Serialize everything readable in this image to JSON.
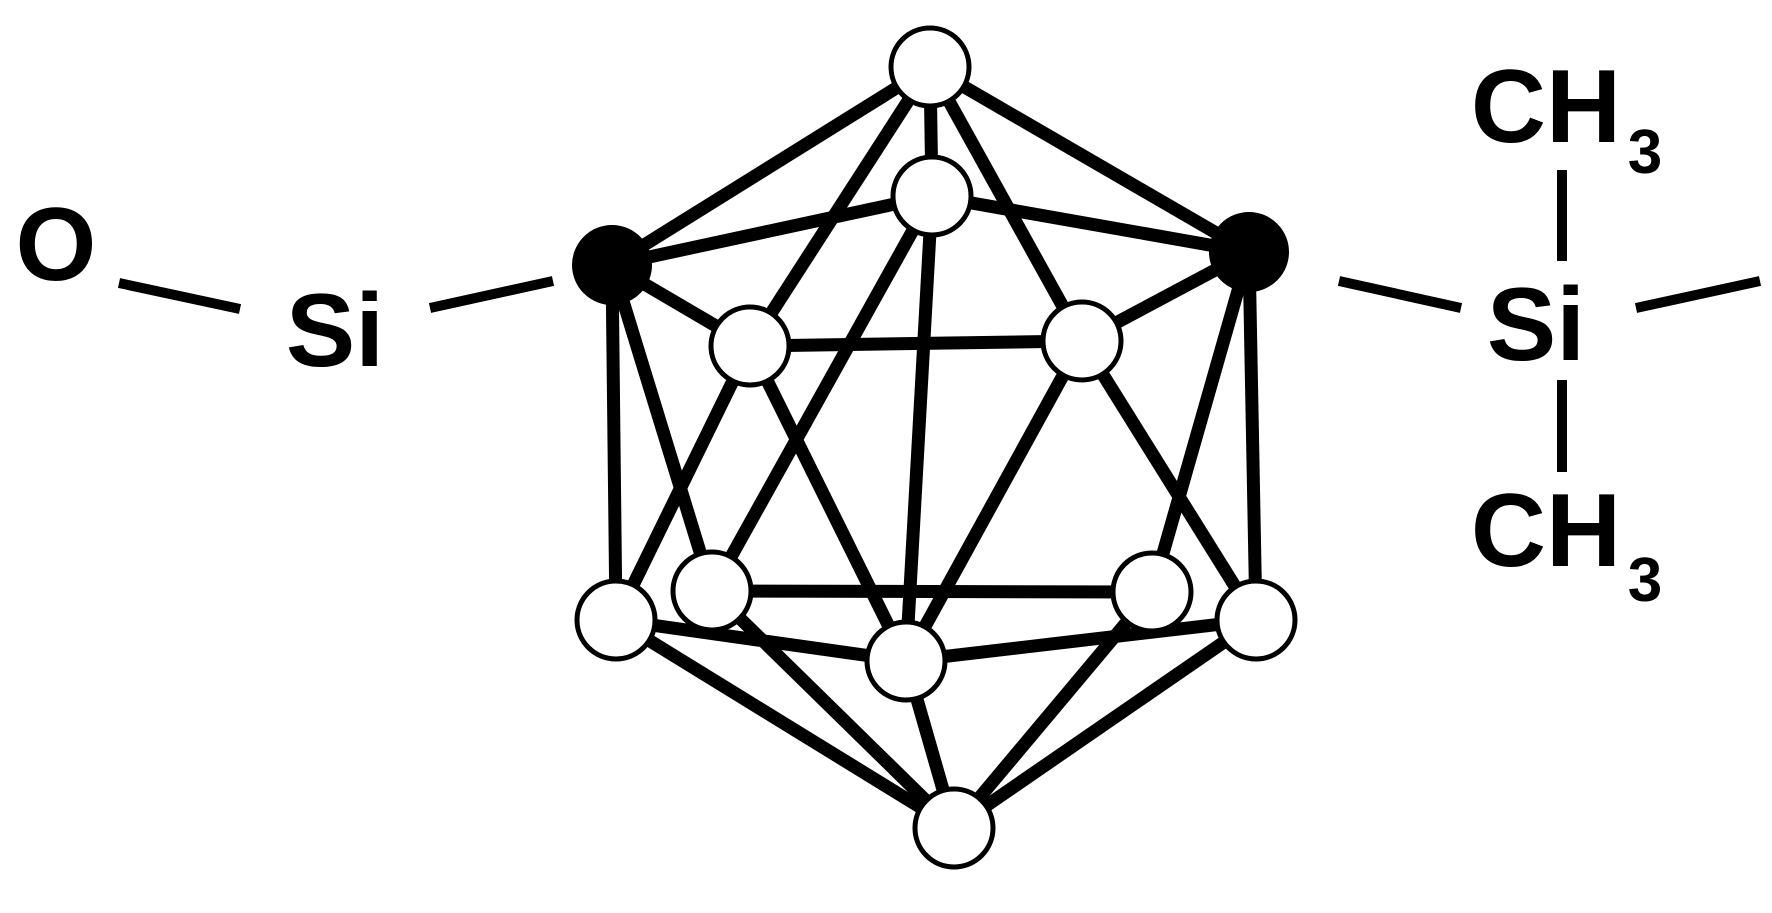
{
  "diagram": {
    "type": "chemical-structure",
    "labels": {
      "o_left": "O",
      "si_left": "Si",
      "si_right": "Si",
      "ch3_top": "CH",
      "ch3_top_sub": "3",
      "ch3_bottom": "CH",
      "ch3_bottom_sub": "3"
    },
    "cage": {
      "vertices": [
        {
          "id": "top",
          "kind": "boron"
        },
        {
          "id": "upper-mid",
          "kind": "boron"
        },
        {
          "id": "carbon-left",
          "kind": "carbon"
        },
        {
          "id": "carbon-right",
          "kind": "carbon"
        },
        {
          "id": "mid-left",
          "kind": "boron"
        },
        {
          "id": "mid-right",
          "kind": "boron"
        },
        {
          "id": "lower-far-left",
          "kind": "boron"
        },
        {
          "id": "lower-left",
          "kind": "boron"
        },
        {
          "id": "lower-center",
          "kind": "boron"
        },
        {
          "id": "lower-right",
          "kind": "boron"
        },
        {
          "id": "lower-far-right",
          "kind": "boron"
        },
        {
          "id": "bottom",
          "kind": "boron"
        }
      ],
      "bonds": [
        [
          "top",
          "carbon-left"
        ],
        [
          "top",
          "carbon-right"
        ],
        [
          "top",
          "upper-mid"
        ],
        [
          "top",
          "mid-left"
        ],
        [
          "top",
          "mid-right"
        ],
        [
          "upper-mid",
          "carbon-left"
        ],
        [
          "upper-mid",
          "carbon-right"
        ],
        [
          "upper-mid",
          "lower-left"
        ],
        [
          "upper-mid",
          "lower-center"
        ],
        [
          "carbon-left",
          "mid-left"
        ],
        [
          "carbon-left",
          "lower-far-left"
        ],
        [
          "carbon-left",
          "lower-left"
        ],
        [
          "carbon-right",
          "mid-right"
        ],
        [
          "carbon-right",
          "lower-far-right"
        ],
        [
          "carbon-right",
          "lower-right"
        ],
        [
          "mid-left",
          "mid-right"
        ],
        [
          "mid-left",
          "lower-far-left"
        ],
        [
          "mid-left",
          "lower-center"
        ],
        [
          "mid-right",
          "lower-far-right"
        ],
        [
          "mid-right",
          "lower-center"
        ],
        [
          "lower-left",
          "lower-right"
        ],
        [
          "lower-left",
          "bottom"
        ],
        [
          "lower-far-left",
          "lower-center"
        ],
        [
          "lower-far-left",
          "bottom"
        ],
        [
          "lower-center",
          "lower-far-right"
        ],
        [
          "lower-center",
          "bottom"
        ],
        [
          "lower-right",
          "bottom"
        ],
        [
          "lower-far-right",
          "bottom"
        ]
      ]
    },
    "colors": {
      "ink": "#000000",
      "boron_fill": "#ffffff",
      "carbon_fill": "#000000"
    }
  }
}
